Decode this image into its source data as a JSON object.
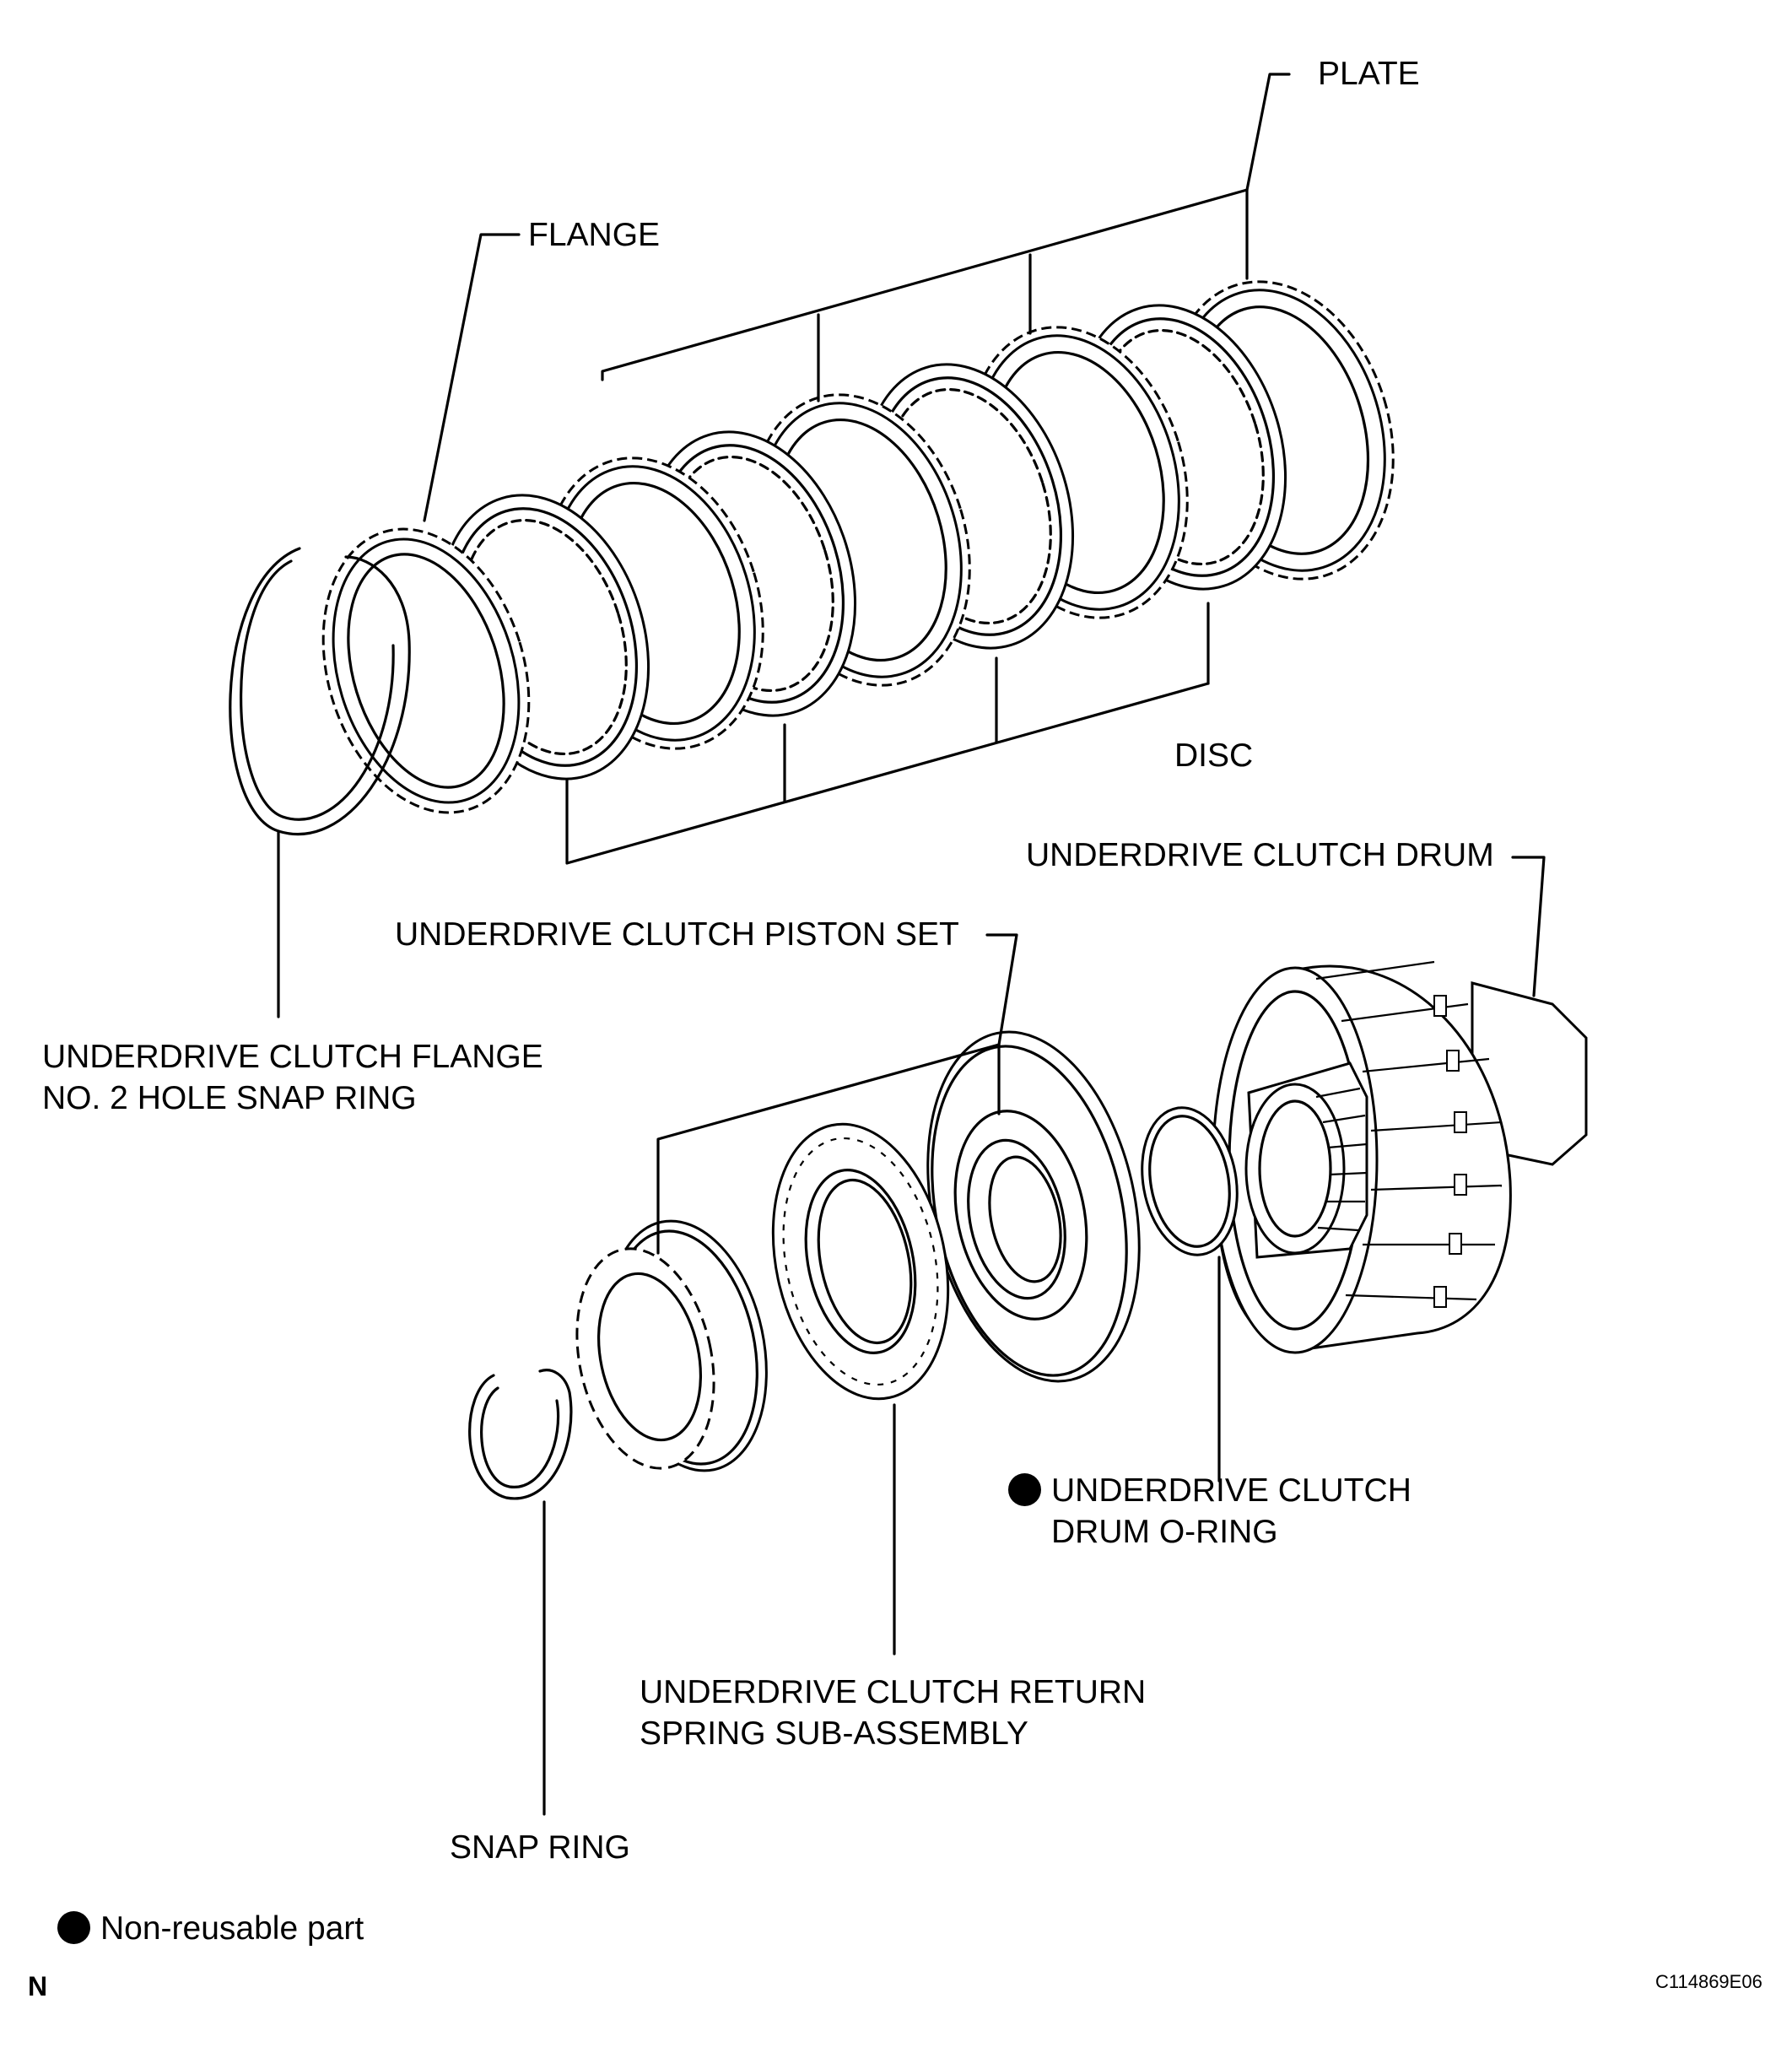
{
  "labels": {
    "plate": "PLATE",
    "flange": "FLANGE",
    "disc": "DISC",
    "underdrive_clutch_drum": "UNDERDRIVE CLUTCH DRUM",
    "underdrive_clutch_piston_set": "UNDERDRIVE CLUTCH PISTON SET",
    "flange_snap_ring_line1": "UNDERDRIVE CLUTCH FLANGE",
    "flange_snap_ring_line2": "NO. 2 HOLE SNAP RING",
    "drum_oring_line1": "UNDERDRIVE CLUTCH",
    "drum_oring_line2": "DRUM O-RING",
    "return_spring_line1": "UNDERDRIVE CLUTCH RETURN",
    "return_spring_line2": "SPRING SUB-ASSEMBLY",
    "snap_ring": "SNAP RING"
  },
  "legend": {
    "non_reusable": "Non-reusable part"
  },
  "corner": {
    "north_mark": "N",
    "figure_code": "C114869E06"
  },
  "icons": {
    "non_reusable_marker": "filled-circle-icon"
  }
}
